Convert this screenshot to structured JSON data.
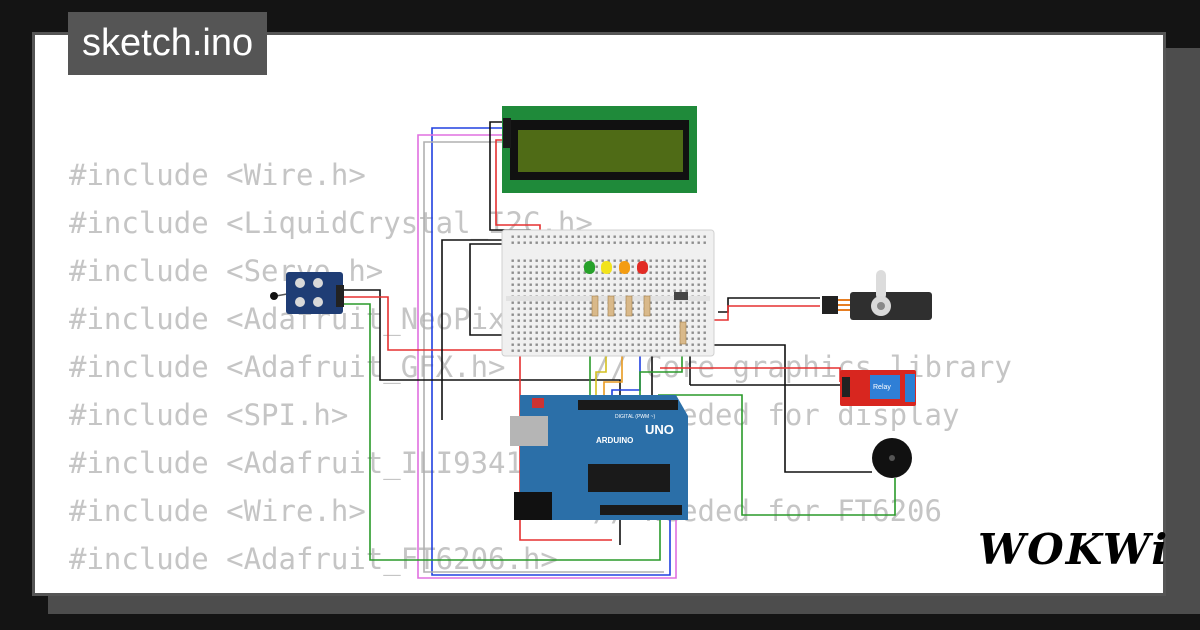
{
  "title": "sketch.ino",
  "code_lines": [
    "#include <Wire.h>",
    "#include <LiquidCrystal_I2C.h>",
    "#include <Servo.h>",
    "#include <Adafruit_NeoPixel.h>",
    "#include <Adafruit_GFX.h>     // Core graphics library",
    "#include <SPI.h>              // Needed for display",
    "#include <Adafruit_ILI9341.h>",
    "#include <Wire.h>             // Needed for FT6206",
    "#include <Adafruit_FT6206.h>"
  ],
  "logo": "WOKWi",
  "components": {
    "board_label": "UNO",
    "board_brand": "ARDUINO",
    "board_header": "DIGITAL (PWM ~)",
    "relay_label": "Relay"
  },
  "led_colors": [
    "#27a12a",
    "#f2e31b",
    "#f39c12",
    "#e22b24"
  ],
  "colors": {
    "background": "#141414",
    "card": "#ffffff",
    "title_bg": "#555555",
    "code_text": "#c5c5c5",
    "lcd_body": "#1f8a3a",
    "lcd_screen": "#4f6b16",
    "uno_board": "#2b6fa8",
    "relay_board": "#d8261f"
  }
}
